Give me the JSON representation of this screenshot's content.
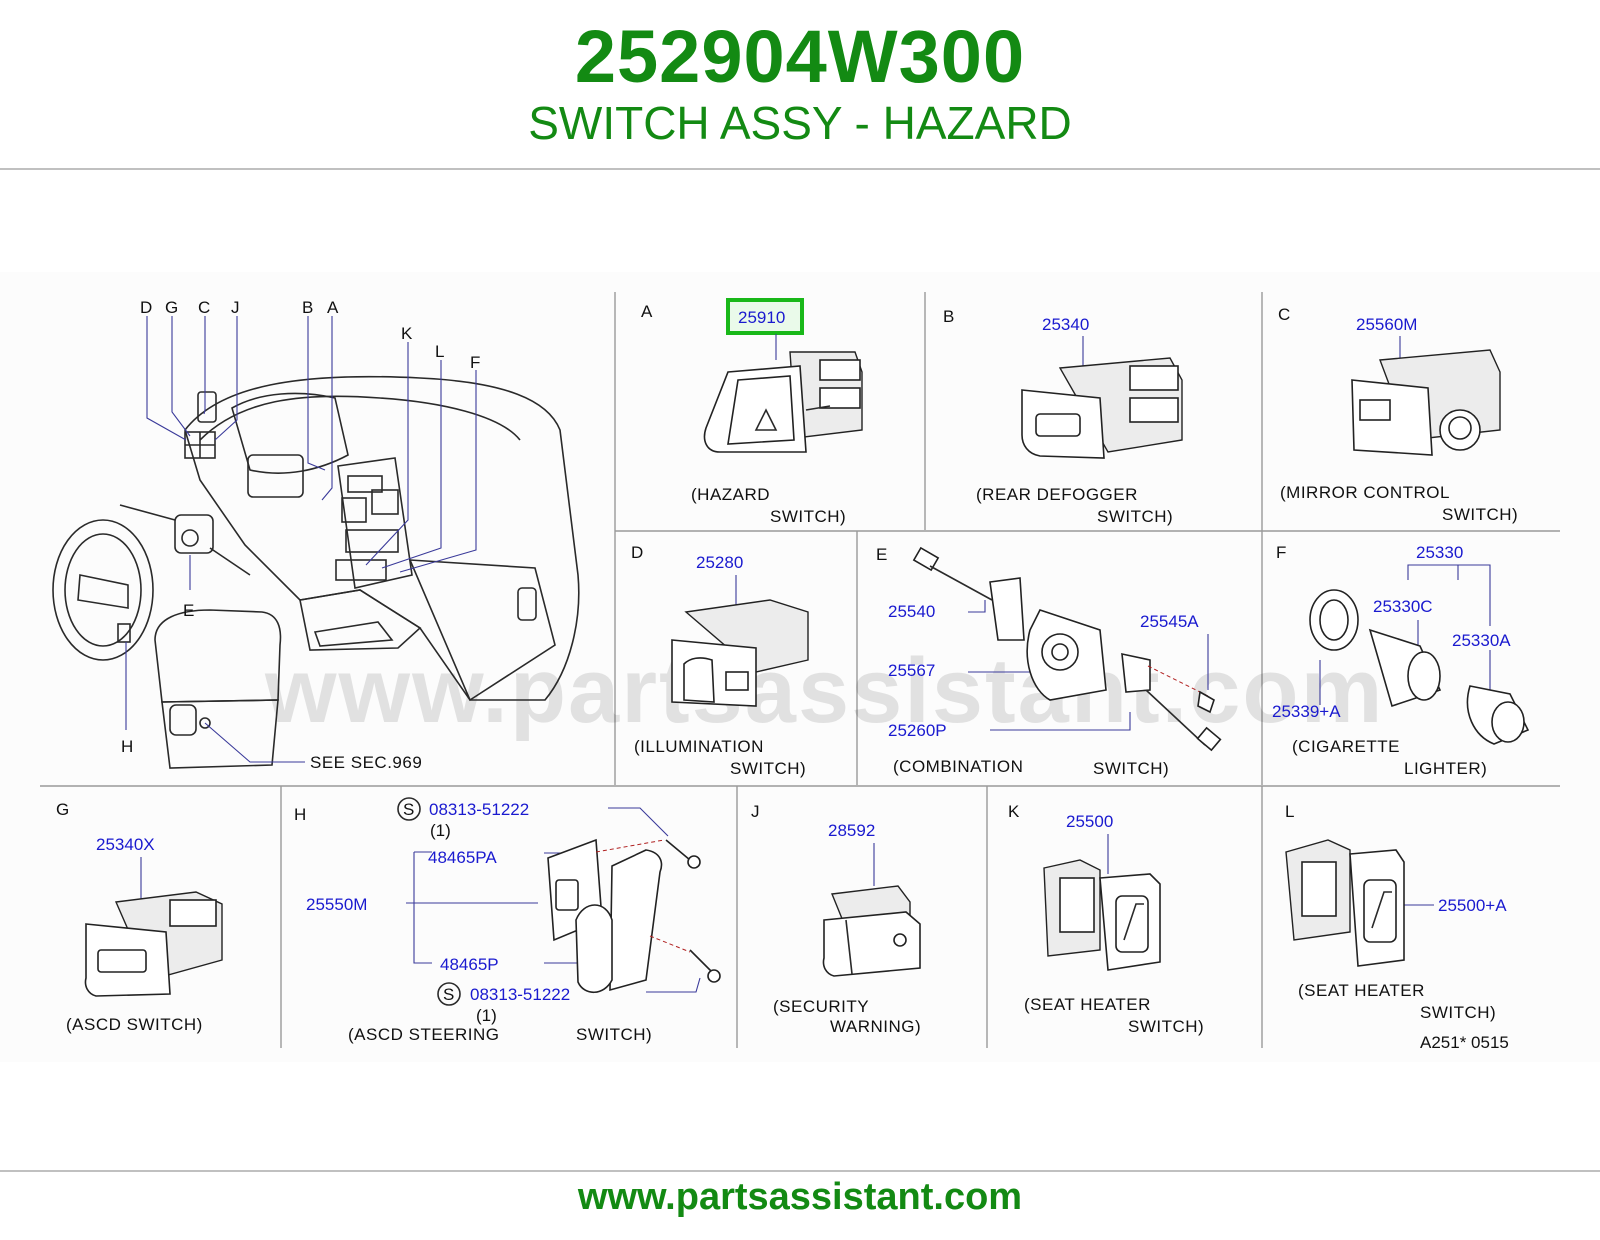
{
  "header": {
    "part_number": "252904W300",
    "description": "SWITCH ASSY - HAZARD"
  },
  "footer": {
    "url": "www.partsassistant.com"
  },
  "watermark": "www.partsassistant.com",
  "colors": {
    "title": "#138a13",
    "part_number_text": "#1a1acf",
    "highlight_box": "#19b819"
  },
  "diagram": {
    "dashboard_callouts": {
      "D": "D",
      "G": "G",
      "C": "C",
      "J": "J",
      "B": "B",
      "A": "A",
      "K": "K",
      "L": "L",
      "F": "F",
      "E": "E",
      "H": "H"
    },
    "see_section": "SEE   SEC.969",
    "ref_code": "A251*   0515",
    "panels": {
      "A": {
        "letter": "A",
        "part": "25910",
        "caption_1": "(HAZARD",
        "caption_2": "SWITCH)",
        "highlighted": true
      },
      "B": {
        "letter": "B",
        "part": "25340",
        "caption_1": "(REAR   DEFOGGER",
        "caption_2": "SWITCH)"
      },
      "C": {
        "letter": "C",
        "part": "25560M",
        "caption_1": "(MIRROR   CONTROL",
        "caption_2": "SWITCH)"
      },
      "D": {
        "letter": "D",
        "part": "25280",
        "caption_1": "(ILLUMINATION",
        "caption_2": "SWITCH)"
      },
      "E": {
        "letter": "E",
        "parts": {
          "p1": "25540",
          "p2": "25545A",
          "p3": "25567",
          "p4": "25260P"
        },
        "caption_1": "(COMBINATION",
        "caption_2": "SWITCH)"
      },
      "F": {
        "letter": "F",
        "parts": {
          "p1": "25330",
          "p2": "25330C",
          "p3": "25330A",
          "p4": "25339+A"
        },
        "caption_1": "(CIGARETTE",
        "caption_2": "LIGHTER)"
      },
      "G": {
        "letter": "G",
        "part": "25340X",
        "caption_1": "(ASCD   SWITCH)"
      },
      "H": {
        "letter": "H",
        "screw_symbol": "S",
        "parts": {
          "screw1": "08313-51222",
          "qty1": "(1)",
          "p1": "48465PA",
          "p2": "25550M",
          "p3": "48465P",
          "screw2": "08313-51222",
          "qty2": "(1)"
        },
        "caption_1": "(ASCD   STEERING",
        "caption_2": "SWITCH)"
      },
      "J": {
        "letter": "J",
        "part": "28592",
        "caption_1": "(SECURITY",
        "caption_2": "WARNING)"
      },
      "K": {
        "letter": "K",
        "part": "25500",
        "caption_1": "(SEAT   HEATER",
        "caption_2": "SWITCH)"
      },
      "L": {
        "letter": "L",
        "part": "25500+A",
        "caption_1": "(SEAT   HEATER",
        "caption_2": "SWITCH)"
      }
    }
  }
}
